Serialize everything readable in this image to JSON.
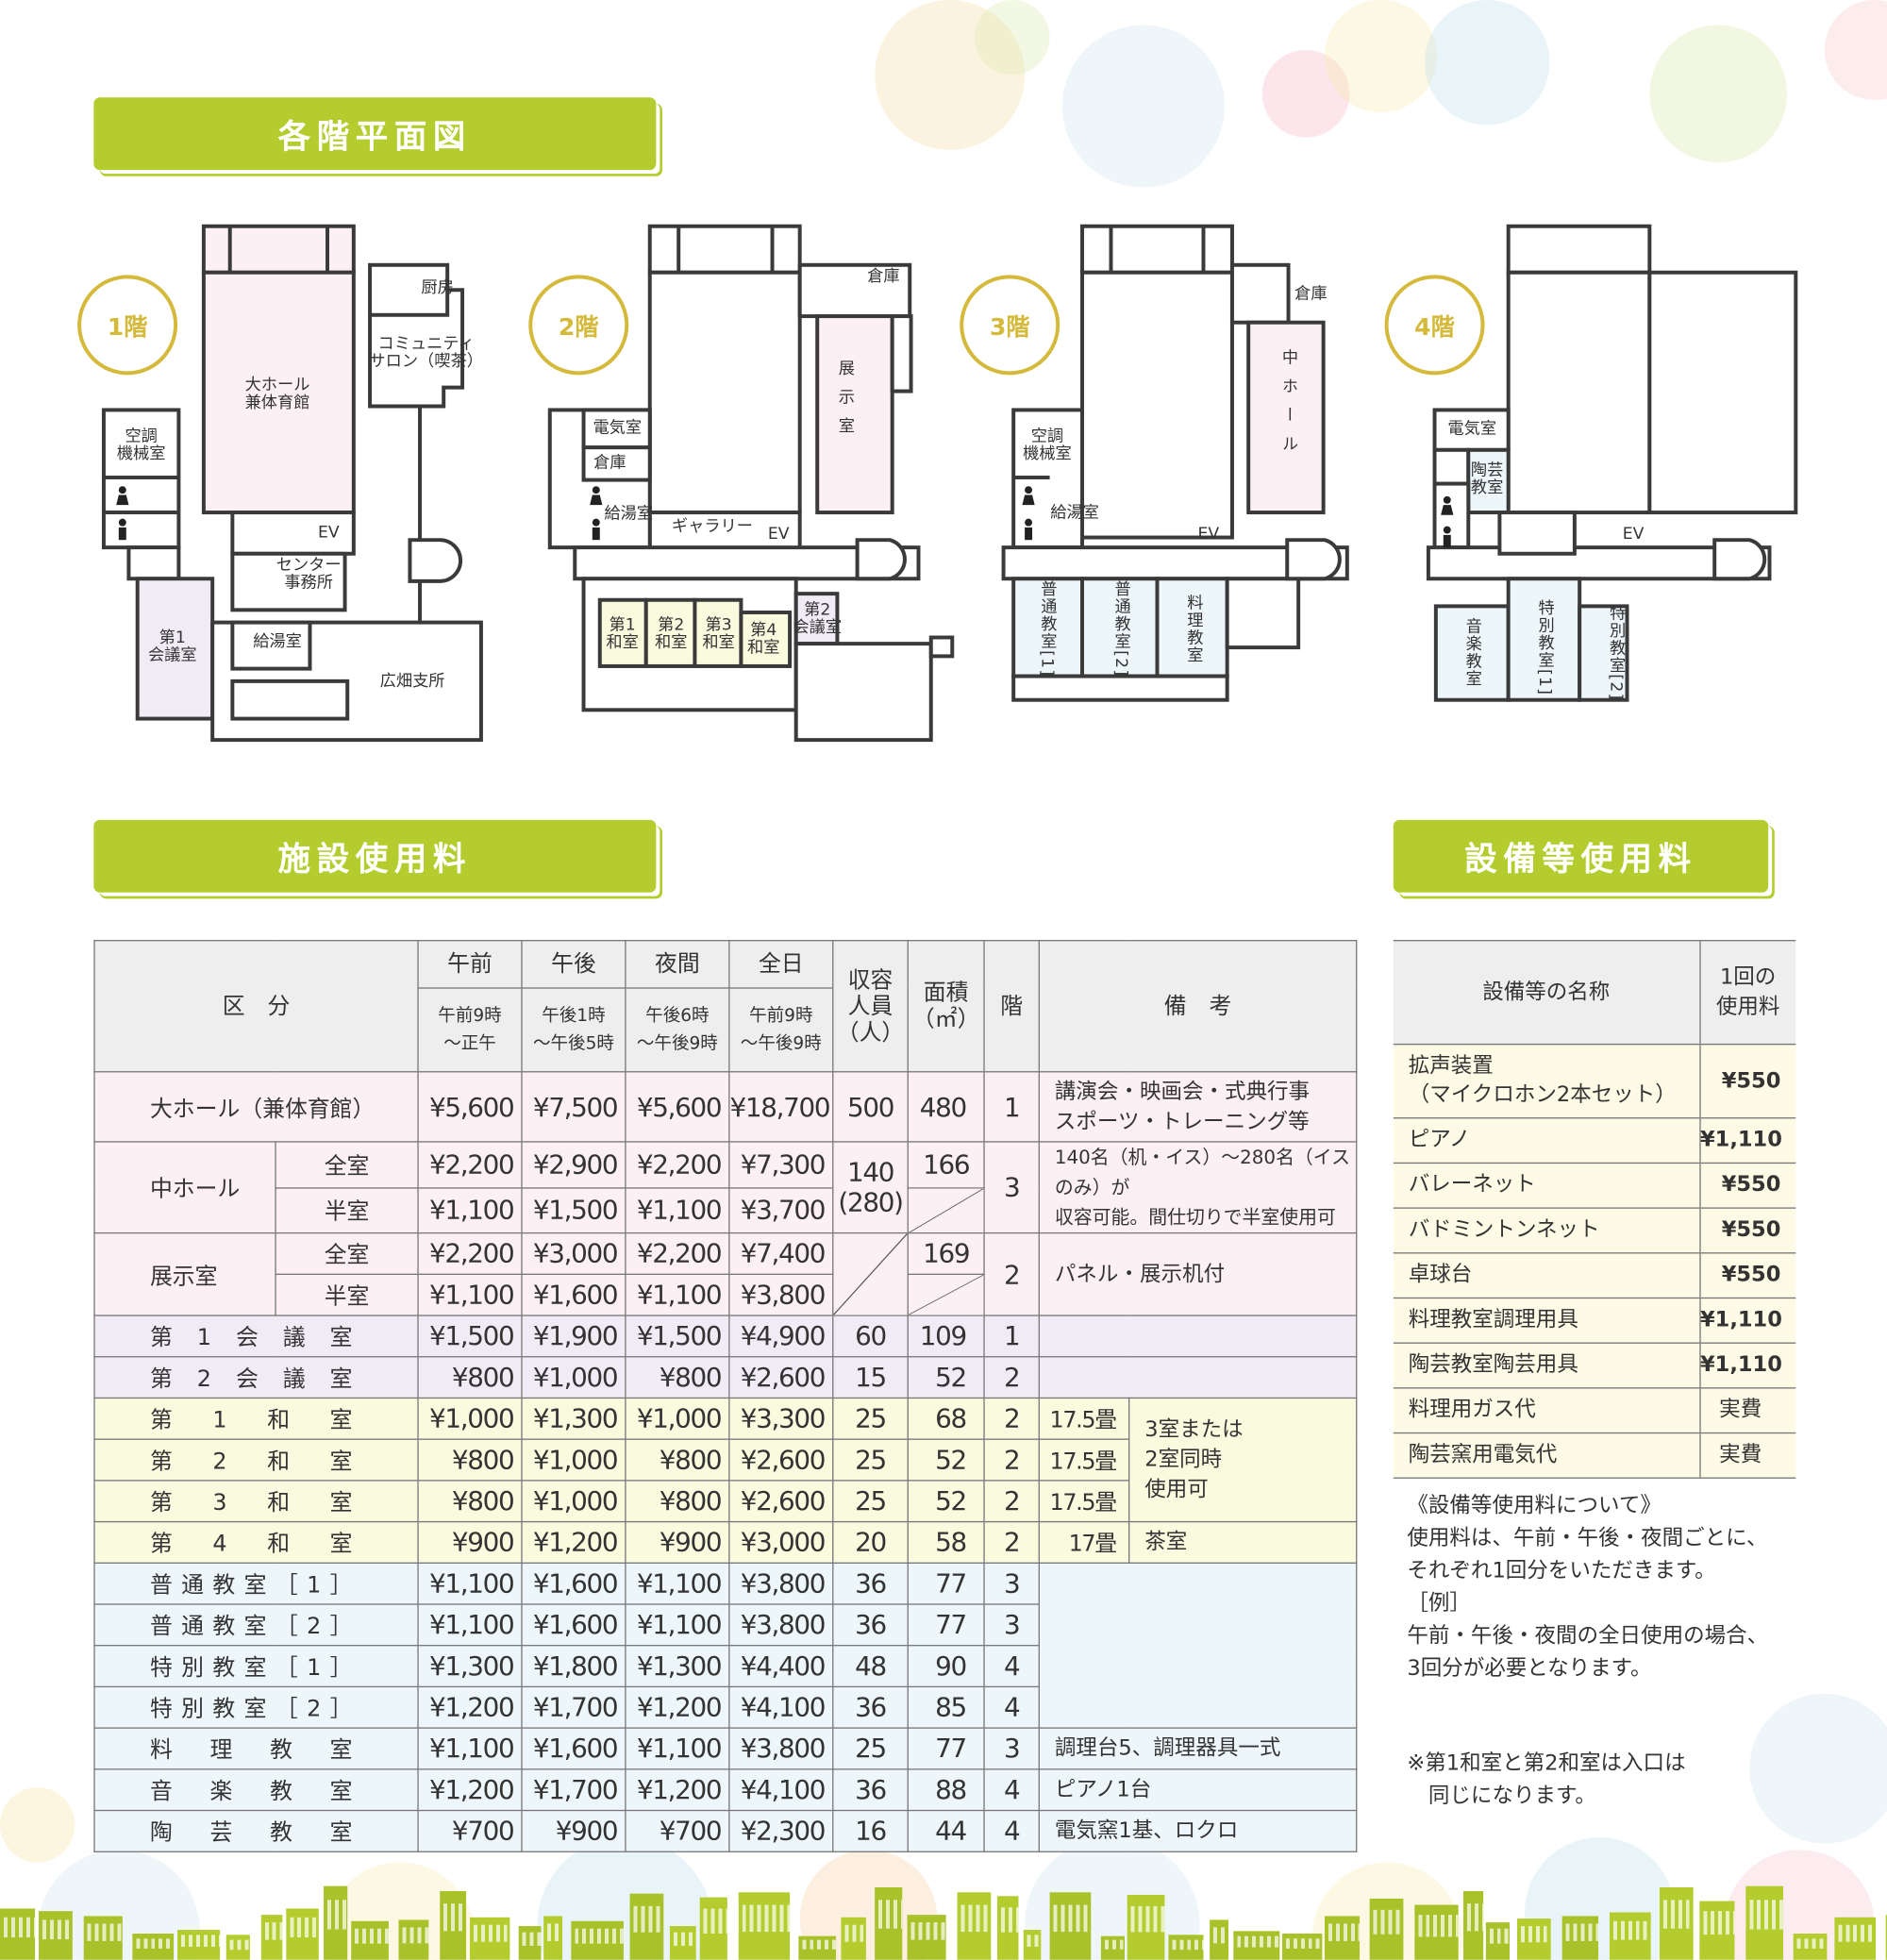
{
  "sections": {
    "floor_plans": "各階平面図",
    "facility_fees": "施設使用料",
    "equipment_fees": "設備等使用料"
  },
  "floor_plans": {
    "f1": {
      "label": "1階",
      "rooms": {
        "hall": "大ホール\n兼体育館",
        "hvac": "空調\n機械室",
        "kitchen": "厨房",
        "salon": "コミュニティ\nサロン（喫茶）",
        "ev": "EV",
        "office": "センター\n事務所",
        "conf1": "第1\n会議室",
        "kettle": "給湯室",
        "branch": "広畑支所"
      }
    },
    "f2": {
      "label": "2階",
      "rooms": {
        "storage_top": "倉庫",
        "exhibit": "展示室",
        "electric": "電気室",
        "storage": "倉庫",
        "kettle": "給湯室",
        "gallery": "ギャラリー",
        "ev": "EV",
        "wa1": "第1\n和室",
        "wa2": "第2\n和室",
        "wa3": "第3\n和室",
        "wa4": "第4\n和室",
        "conf2": "第2\n会議室"
      }
    },
    "f3": {
      "label": "3階",
      "rooms": {
        "storage": "倉庫",
        "mid_hall": "中ホール",
        "hvac": "空調\n機械室",
        "kettle": "給湯室",
        "ev": "EV",
        "class1": "普通教室[1]",
        "class2": "普通教室[2]",
        "cooking": "料理教室"
      }
    },
    "f4": {
      "label": "4階",
      "rooms": {
        "electric": "電気室",
        "pottery": "陶芸\n教室",
        "ev": "EV",
        "music": "音楽教室",
        "special1": "特別教室[1]",
        "special2": "特別教室[2]"
      }
    }
  },
  "facility_table": {
    "headers": {
      "category": "区　分",
      "morning": "午前",
      "afternoon": "午後",
      "night": "夜間",
      "allday": "全日",
      "morning_time": "午前9時\n〜正午",
      "afternoon_time": "午後1時\n〜午後5時",
      "night_time": "午後6時\n〜午後9時",
      "allday_time": "午前9時\n〜午後9時",
      "capacity": "収容\n人員\n（人）",
      "area": "面積\n（㎡）",
      "floor": "階",
      "notes": "備　考"
    },
    "rows": [
      {
        "name": "大ホール（兼体育館）",
        "fees": [
          "¥5,600",
          "¥7,500",
          "¥5,600",
          "¥18,700"
        ],
        "capacity": "500",
        "area": "480",
        "floor": "1",
        "note": "講演会・映画会・式典行事\nスポーツ・トレーニング等"
      },
      {
        "name": "中ホール",
        "subs": [
          {
            "label": "全室",
            "fees": [
              "¥2,200",
              "¥2,900",
              "¥2,200",
              "¥7,300"
            ]
          },
          {
            "label": "半室",
            "fees": [
              "¥1,100",
              "¥1,500",
              "¥1,100",
              "¥3,700"
            ]
          }
        ],
        "capacity": "140\n(280)",
        "area": "166",
        "floor": "3",
        "note": "140名（机・イス）〜280名（イスのみ）が\n収容可能。間仕切りで半室使用可"
      },
      {
        "name": "展示室",
        "subs": [
          {
            "label": "全室",
            "fees": [
              "¥2,200",
              "¥3,000",
              "¥2,200",
              "¥7,400"
            ]
          },
          {
            "label": "半室",
            "fees": [
              "¥1,100",
              "¥1,600",
              "¥1,100",
              "¥3,800"
            ]
          }
        ],
        "area": "169",
        "floor": "2",
        "note": "パネル・展示机付"
      },
      {
        "name": "第1会議室",
        "fees": [
          "¥1,500",
          "¥1,900",
          "¥1,500",
          "¥4,900"
        ],
        "capacity": "60",
        "area": "109",
        "floor": "1"
      },
      {
        "name": "第2会議室",
        "fees": [
          "¥800",
          "¥1,000",
          "¥800",
          "¥2,600"
        ],
        "capacity": "15",
        "area": "52",
        "floor": "2"
      },
      {
        "name": "第1和室",
        "fees": [
          "¥1,000",
          "¥1,300",
          "¥1,000",
          "¥3,300"
        ],
        "capacity": "25",
        "area": "68",
        "floor": "2",
        "tatami": "17.5畳",
        "note": "3室または\n2室同時\n使用可"
      },
      {
        "name": "第2和室",
        "fees": [
          "¥800",
          "¥1,000",
          "¥800",
          "¥2,600"
        ],
        "capacity": "25",
        "area": "52",
        "floor": "2",
        "tatami": "17.5畳"
      },
      {
        "name": "第3和室",
        "fees": [
          "¥800",
          "¥1,000",
          "¥800",
          "¥2,600"
        ],
        "capacity": "25",
        "area": "52",
        "floor": "2",
        "tatami": "17.5畳"
      },
      {
        "name": "第4和室",
        "fees": [
          "¥900",
          "¥1,200",
          "¥900",
          "¥3,000"
        ],
        "capacity": "20",
        "area": "58",
        "floor": "2",
        "tatami": "17畳",
        "note": "茶室"
      },
      {
        "name": "普通教室［1］",
        "fees": [
          "¥1,100",
          "¥1,600",
          "¥1,100",
          "¥3,800"
        ],
        "capacity": "36",
        "area": "77",
        "floor": "3"
      },
      {
        "name": "普通教室［2］",
        "fees": [
          "¥1,100",
          "¥1,600",
          "¥1,100",
          "¥3,800"
        ],
        "capacity": "36",
        "area": "77",
        "floor": "3"
      },
      {
        "name": "特別教室［1］",
        "fees": [
          "¥1,300",
          "¥1,800",
          "¥1,300",
          "¥4,400"
        ],
        "capacity": "48",
        "area": "90",
        "floor": "4"
      },
      {
        "name": "特別教室［2］",
        "fees": [
          "¥1,200",
          "¥1,700",
          "¥1,200",
          "¥4,100"
        ],
        "capacity": "36",
        "area": "85",
        "floor": "4"
      },
      {
        "name": "料理教室",
        "fees": [
          "¥1,100",
          "¥1,600",
          "¥1,100",
          "¥3,800"
        ],
        "capacity": "25",
        "area": "77",
        "floor": "3",
        "note": "調理台5、調理器具一式"
      },
      {
        "name": "音楽教室",
        "fees": [
          "¥1,200",
          "¥1,700",
          "¥1,200",
          "¥4,100"
        ],
        "capacity": "36",
        "area": "88",
        "floor": "4",
        "note": "ピアノ1台"
      },
      {
        "name": "陶芸教室",
        "fees": [
          "¥700",
          "¥900",
          "¥700",
          "¥2,300"
        ],
        "capacity": "16",
        "area": "44",
        "floor": "4",
        "note": "電気窯1基、ロクロ"
      }
    ]
  },
  "equipment_table": {
    "headers": {
      "name": "設備等の名称",
      "price": "1回の\n使用料"
    },
    "rows": [
      {
        "name": "拡声装置\n（マイクロホン2本セット）",
        "price": "¥550"
      },
      {
        "name": "ピアノ",
        "price": "¥1,110"
      },
      {
        "name": "バレーネット",
        "price": "¥550"
      },
      {
        "name": "バドミントンネット",
        "price": "¥550"
      },
      {
        "name": "卓球台",
        "price": "¥550"
      },
      {
        "name": "料理教室調理用具",
        "price": "¥1,110"
      },
      {
        "name": "陶芸教室陶芸用具",
        "price": "¥1,110"
      },
      {
        "name": "料理用ガス代",
        "price": "実費"
      },
      {
        "name": "陶芸窯用電気代",
        "price": "実費"
      }
    ],
    "about": "《設備等使用料について》\n使用料は、午前・午後・夜間ごとに、\nそれぞれ1回分をいただきます。\n［例］\n午前・午後・夜間の全日使用の場合、\n3回分が必要となります。",
    "footnote": "※第1和室と第2和室は入口は\n　同じになります。"
  },
  "colors": {
    "accent": "#b5cc2e",
    "gold": "#d4b93a",
    "pink": "#fcf0f4",
    "lavender": "#f1ebf5",
    "yellow": "#fafadf",
    "blue": "#edf6fa"
  }
}
